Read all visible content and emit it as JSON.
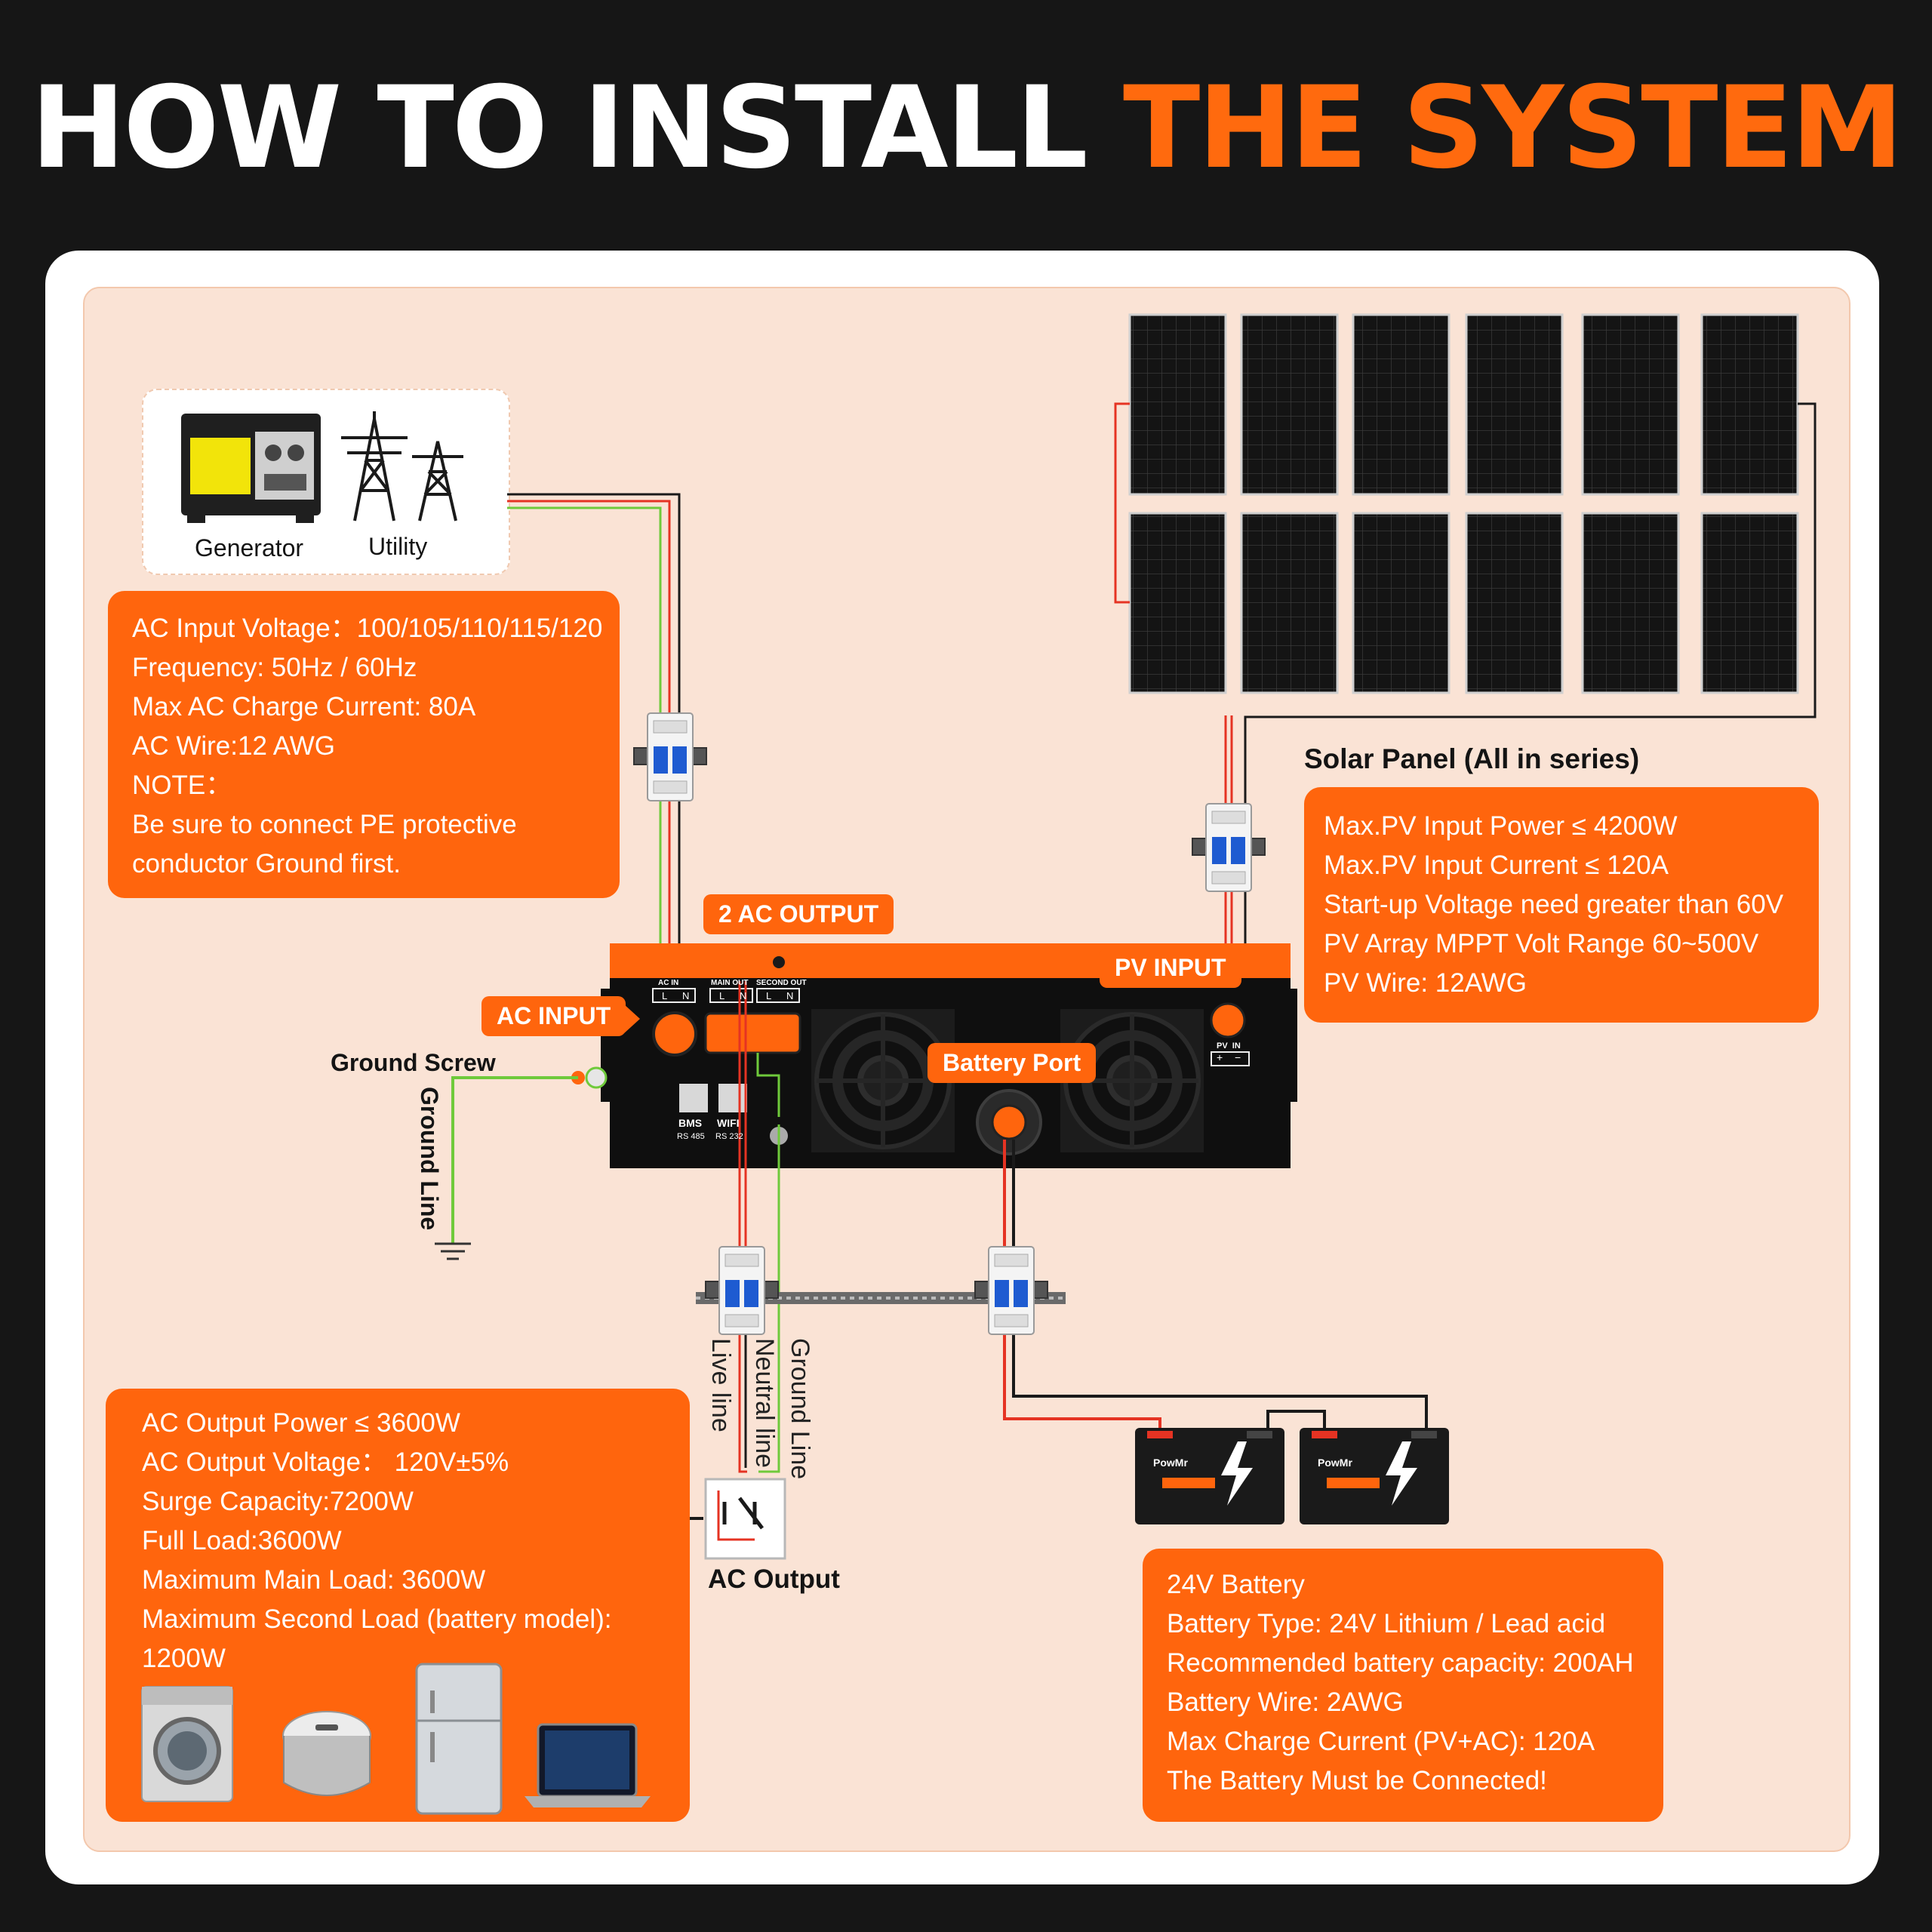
{
  "title": {
    "part1": "HOW TO INSTALL",
    "part2": "THE SYSTEM"
  },
  "colors": {
    "accent": "#ff650d",
    "background": "#161616",
    "panel": "#fae3d5",
    "live_wire": "#e53323",
    "ground_wire": "#6fca3b",
    "neutral_wire": "#1a1a1a"
  },
  "source": {
    "generator_label": "Generator",
    "utility_label": "Utility"
  },
  "ac_input_box": {
    "lines": [
      "AC Input Voltage：100/105/110/115/120",
      "Frequency: 50Hz / 60Hz",
      "Max AC Charge Current: 80A",
      "AC Wire:12 AWG",
      "NOTE：",
      "Be sure to  connect PE protective",
      "conductor Ground first."
    ]
  },
  "solar": {
    "heading": "Solar Panel (All in series)",
    "lines": [
      "Max.PV Input Power ≤ 4200W",
      "Max.PV Input Current ≤ 120A",
      "Start-up Voltage need greater than 60V",
      "PV Array MPPT Volt Range 60~500V",
      "PV Wire: 12AWG"
    ]
  },
  "inverter": {
    "tag_ac_output": "2 AC OUTPUT",
    "tag_ac_input": "AC INPUT",
    "tag_pv_input": "PV INPUT",
    "tag_battery_port": "Battery Port",
    "port_ac_in": "AC IN",
    "port_main_out": "MAIN OUT",
    "port_second_out": "SECOND OUT",
    "port_l": "L",
    "port_n": "N",
    "port_bms": "BMS",
    "port_wifi": "WIFI",
    "port_rs485": "RS 485",
    "port_rs232": "RS 232",
    "port_pv_in": "PV  IN",
    "port_plus": "+",
    "port_minus": "−"
  },
  "ground": {
    "screw_label": "Ground Screw",
    "line_label": "Ground Line"
  },
  "wires": {
    "live": "Live line",
    "neutral": "Neutral line",
    "ground": "Ground Line"
  },
  "ac_output_label": "AC Output",
  "ac_output_box": {
    "lines": [
      "AC Output Power ≤ 3600W",
      "AC Output Voltage：  120V±5%",
      "Surge Capacity:7200W",
      "Full Load:3600W",
      "Maximum Main Load: 3600W",
      "Maximum Second Load (battery model):",
      "1200W"
    ],
    "appliances": [
      "washing-machine",
      "rice-cooker",
      "refrigerator",
      "laptop"
    ]
  },
  "battery": {
    "brand": "PowMr",
    "lines": [
      "24V Battery",
      "Battery Type: 24V Lithium / Lead acid",
      "Recommended battery capacity: 200AH",
      "Battery Wire: 2AWG",
      "Max Charge Current (PV+AC): 120A",
      "The Battery Must be Connected!"
    ]
  }
}
